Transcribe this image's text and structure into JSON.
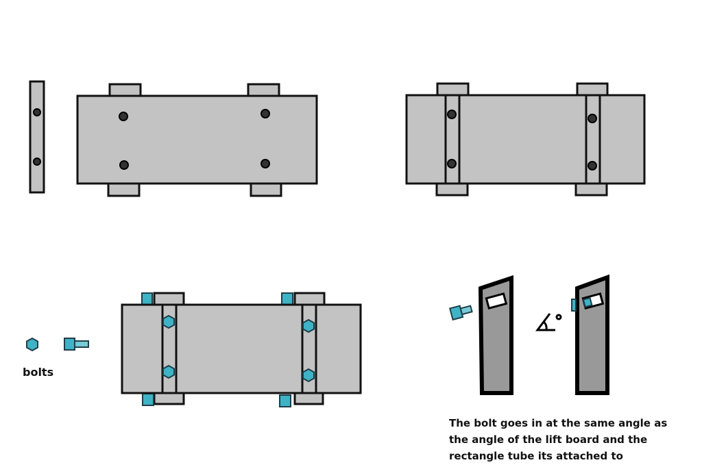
{
  "legend": {
    "bolts_label": "bolts"
  },
  "caption": {
    "lines": [
      "The bolt goes in at the same angle as",
      "the angle of the lift board and the",
      "rectangle tube its attached to"
    ]
  },
  "colors": {
    "plate": "#c3c3c3",
    "bolt": "#3fb3c6",
    "tube": "#999999",
    "outline": "#111111"
  }
}
